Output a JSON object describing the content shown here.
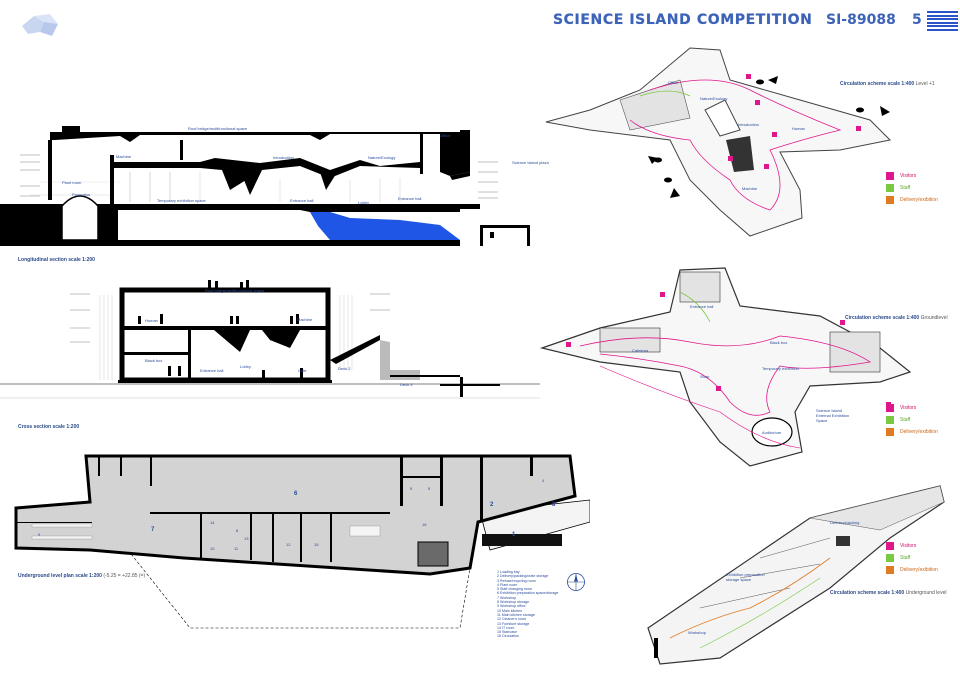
{
  "header": {
    "title": "SCIENCE ISLAND COMPETITION",
    "entry_id": "SI-89088",
    "sheet_number": "5"
  },
  "sections": {
    "longitudinal": {
      "caption": "Longitudinal section scale 1:200",
      "labels": {
        "roof": "Roof bridge/multifunctional space",
        "office": "Office",
        "machine": "Machine",
        "introduction": "Introduction",
        "nature": "Nature/Ecology",
        "plaza": "Science Island plaza",
        "plant": "Plant room",
        "promotion": "Promotion",
        "temporary": "Temporary exhibition space",
        "entrance": "Entrance hall",
        "lobby": "Lobby",
        "entrance2": "Entrance hall"
      }
    },
    "cross": {
      "caption": "Cross section scale 1:200",
      "labels": {
        "roof": "Roof bridge/multifunctional space",
        "human": "Human",
        "machine": "Machine",
        "blackbox": "Black box",
        "entrance": "Entrance hall",
        "lobby": "Lobby",
        "cafe": "Cafe",
        "deck2": "Deck 2",
        "deck3": "Deck 3"
      }
    }
  },
  "plan": {
    "caption": "Underground level plan scale 1:200",
    "caption_sub": "(-5.25 = +22.85 (=)",
    "room_numbers": [
      "1",
      "2",
      "3",
      "4",
      "5",
      "6",
      "7",
      "8",
      "9",
      "10",
      "11",
      "12",
      "13",
      "14",
      "15",
      "16"
    ],
    "room_list": [
      "1   Loading bay",
      "2   Delivery/packing/crate storage",
      "3   Refuse/recycling room",
      "4   Plant room",
      "5   Staff changing room",
      "6   Exhibition preparation space/storage",
      "7   Workshop",
      "8   Workshop storage",
      "9   Workshop office",
      "10  Main kitchen",
      "11  Main kitchen storage",
      "12  Cleaner's room",
      "13  Furniture storage",
      "14  IT room",
      "15  Staircase",
      "16  Circulation"
    ]
  },
  "circulation": [
    {
      "caption": "Circulation scheme scale 1:400",
      "level": "Level +1",
      "labels": {
        "office": "Office",
        "nature": "Nature/Ecology",
        "introduction": "Introduction",
        "human": "Human",
        "machine": "Machine"
      },
      "legend": {
        "visitors": "Visitors",
        "staff": "Staff",
        "delivery": "Delivery/exibition"
      }
    },
    {
      "caption": "Circulation scheme scale 1:400",
      "level": "Groundlevel",
      "labels": {
        "entrance": "Entrance hall",
        "cafeteria": "Cafeteria",
        "blackbox": "Black box",
        "temporary": "Temporary exhibition",
        "shop": "Shop",
        "plaza": "Science Island External Exhibition Space",
        "auditorium": "Auditorium"
      },
      "legend": {
        "visitors": "Visitors",
        "staff": "Staff",
        "delivery": "Delivery/exibition"
      }
    },
    {
      "caption": "Circulation scheme scale 1:400",
      "level": "Underground level",
      "labels": {
        "delivery": "Delivery/packing",
        "prep": "Exhibition preparation storage space",
        "workshop": "Workshop"
      },
      "legend": {
        "visitors": "Visitors",
        "staff": "Staff",
        "delivery": "Delivery/exibition"
      }
    }
  ],
  "colors": {
    "accent": "#3d63b8",
    "visitors": "#e0168c",
    "staff": "#7ac943",
    "delivery": "#e07b24",
    "water": "#1f56e6"
  }
}
